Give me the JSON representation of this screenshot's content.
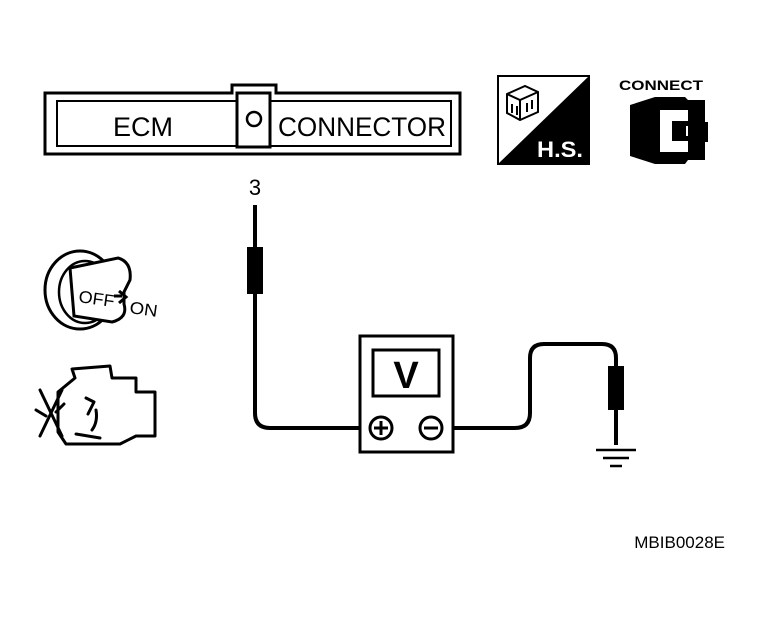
{
  "connector_label": {
    "left": "ECM",
    "right": "CONNECTOR"
  },
  "harness_side_label": "H.S.",
  "connect_label": "CONNECT",
  "terminal_number": "3",
  "ignition_switch": {
    "off": "OFF",
    "on": "ON"
  },
  "meter_label": "V",
  "figure_code": "MBIB0028E",
  "colors": {
    "ink": "#000000",
    "background": "#ffffff"
  }
}
